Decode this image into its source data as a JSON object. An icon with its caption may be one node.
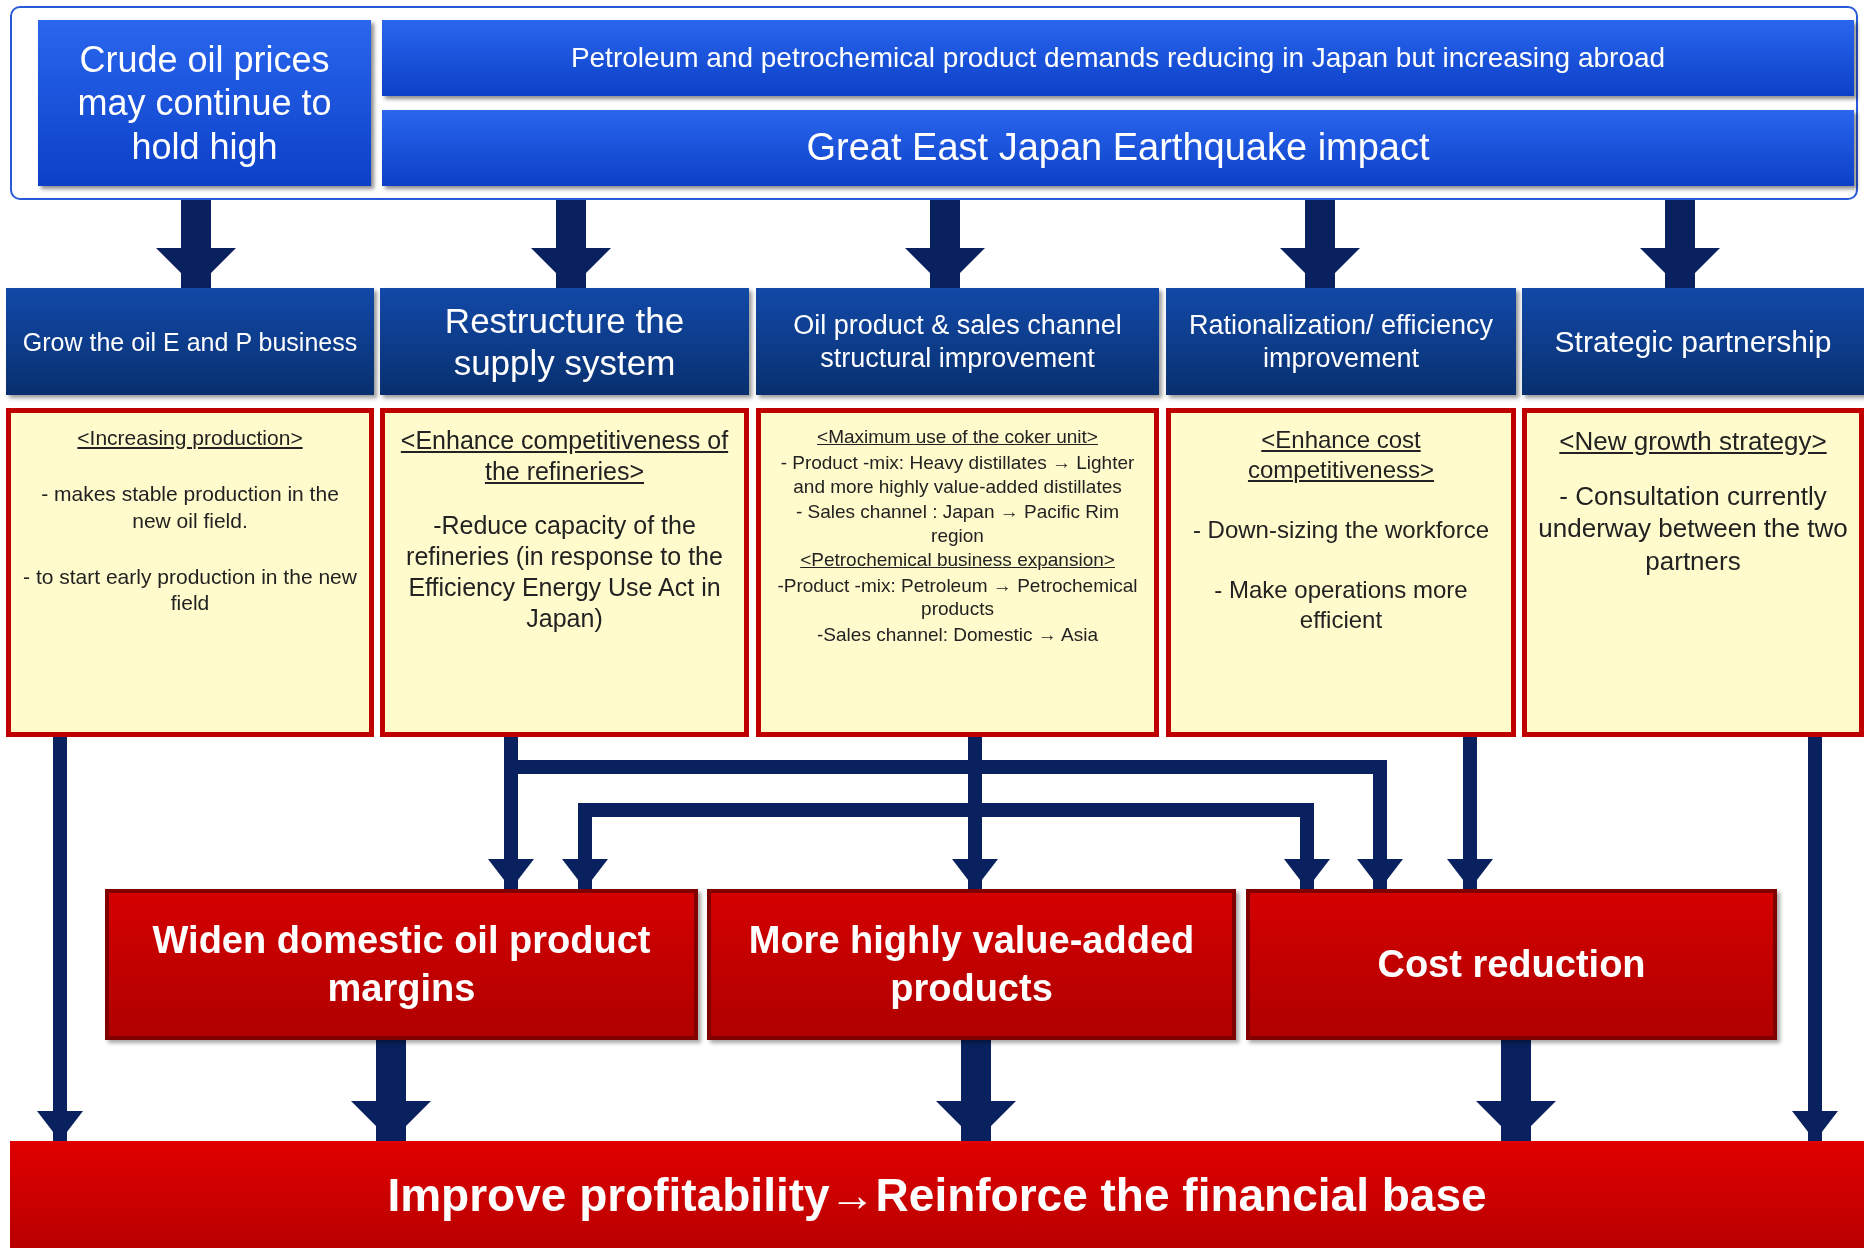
{
  "diagram": {
    "nodes": [
      {
        "text": [],
        "shape": "box"
      },
      {
        "text": [
          "Crude oil prices may continue to hold high"
        ],
        "in": 0
      },
      {
        "text": [
          "Petroleum and petrochemical product demands reducing in Japan but increasing abroad"
        ],
        "in": 0
      },
      {
        "text": [
          "Great East Japan Earthquake impact"
        ],
        "in": 0
      },
      {
        "text": [
          "Grow the oil E and P business"
        ]
      },
      {
        "text": [
          "<Increasing production>",
          "- makes stable production in the new oil field.",
          "- to start early production in the new field"
        ]
      },
      {
        "text": [
          "Restructure the supply system"
        ]
      },
      {
        "text": [
          "<Enhance competitiveness of the refineries>",
          "-Reduce capacity of the refineries (in response to the Efficiency Energy Use Act in Japan)"
        ]
      },
      {
        "text": [
          "Oil product & sales channel structural improvement"
        ]
      },
      {
        "text": [
          "<Maximum use of the coker unit>",
          "- Product -mix: Heavy distillates → Lighter and more highly value-added distillates",
          "- Sales channel : Japan → Pacific Rim region",
          "<Petrochemical business expansion>",
          "-Product -mix: Petroleum → Petrochemical products",
          "-Sales channel: Domestic → Asia"
        ]
      },
      {
        "text": [
          "Rationalization/ efficiency improvement"
        ]
      },
      {
        "text": [
          "<Enhance cost competitiveness>",
          "- Down-sizing the workforce",
          "- Make operations more efficient"
        ]
      },
      {
        "text": [
          "Strategic partnership"
        ]
      },
      {
        "text": [
          "<New growth strategy>",
          "- Consultation currently underway between the two partners"
        ]
      },
      {
        "text": [
          "Widen domestic oil product margins"
        ]
      },
      {
        "text": [
          "More highly value-added products"
        ]
      },
      {
        "text": [
          "Cost reduction"
        ]
      },
      {
        "text": [
          "Improve profitability→Reinforce the financial base"
        ]
      }
    ],
    "edges": [
      {
        "from": 0,
        "to": 4,
        "arrow": "to",
        "style": "thick"
      },
      {
        "from": 0,
        "to": 6,
        "arrow": "to",
        "style": "thick"
      },
      {
        "from": 0,
        "to": 8,
        "arrow": "to",
        "style": "thick"
      },
      {
        "from": 0,
        "to": 10,
        "arrow": "to",
        "style": "thick"
      },
      {
        "from": 0,
        "to": 12,
        "arrow": "to",
        "style": "thick"
      },
      {
        "from": 5,
        "to": 17,
        "arrow": "to"
      },
      {
        "from": 7,
        "to": 14,
        "arrow": "to"
      },
      {
        "from": 7,
        "to": 16,
        "arrow": "to"
      },
      {
        "from": 9,
        "to": 14,
        "arrow": "to"
      },
      {
        "from": 9,
        "to": 15,
        "arrow": "to"
      },
      {
        "from": 9,
        "to": 16,
        "arrow": "to"
      },
      {
        "from": 11,
        "to": 16,
        "arrow": "to"
      },
      {
        "from": 13,
        "to": 17,
        "arrow": "to"
      },
      {
        "from": 14,
        "to": 17,
        "arrow": "to",
        "style": "thick"
      },
      {
        "from": 15,
        "to": 17,
        "arrow": "to",
        "style": "thick"
      },
      {
        "from": 16,
        "to": 17,
        "arrow": "to",
        "style": "thick"
      }
    ]
  }
}
